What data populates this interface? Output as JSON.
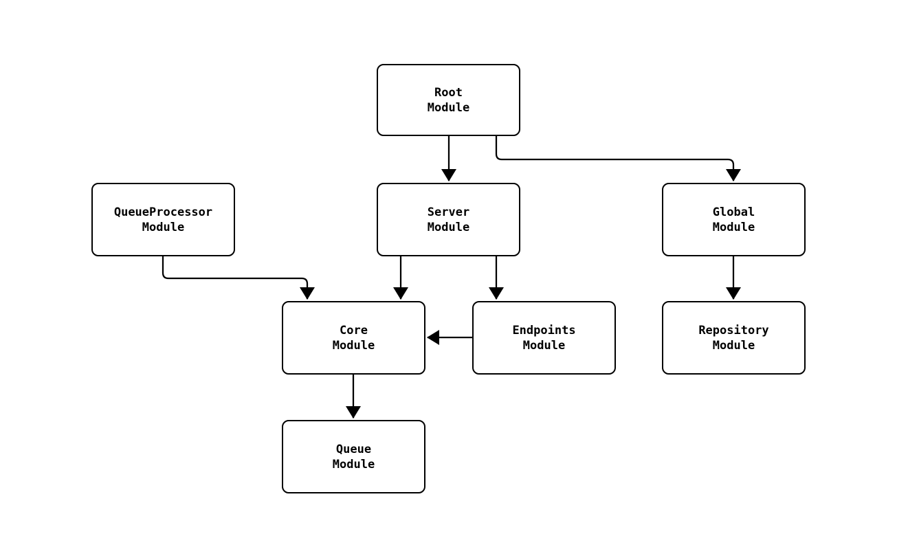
{
  "diagram": {
    "type": "flowchart",
    "description": "Module dependency diagram",
    "colors": {
      "background": "#ffffff",
      "node_fill": "#ffffff",
      "node_stroke": "#000000",
      "text": "#000000",
      "edge_stroke": "#000000"
    },
    "nodes": [
      {
        "id": "root",
        "label": "Root\nModule"
      },
      {
        "id": "queueprocessor",
        "label": "QueueProcessor\nModule"
      },
      {
        "id": "server",
        "label": "Server\nModule"
      },
      {
        "id": "global",
        "label": "Global\nModule"
      },
      {
        "id": "core",
        "label": "Core\nModule"
      },
      {
        "id": "endpoints",
        "label": "Endpoints\nModule"
      },
      {
        "id": "repository",
        "label": "Repository\nModule"
      },
      {
        "id": "queue",
        "label": "Queue\nModule"
      }
    ],
    "edges": [
      {
        "from": "root",
        "to": "server"
      },
      {
        "from": "root",
        "to": "global"
      },
      {
        "from": "queueprocessor",
        "to": "core"
      },
      {
        "from": "server",
        "to": "core"
      },
      {
        "from": "server",
        "to": "endpoints"
      },
      {
        "from": "endpoints",
        "to": "core"
      },
      {
        "from": "global",
        "to": "repository"
      },
      {
        "from": "core",
        "to": "queue"
      }
    ]
  }
}
